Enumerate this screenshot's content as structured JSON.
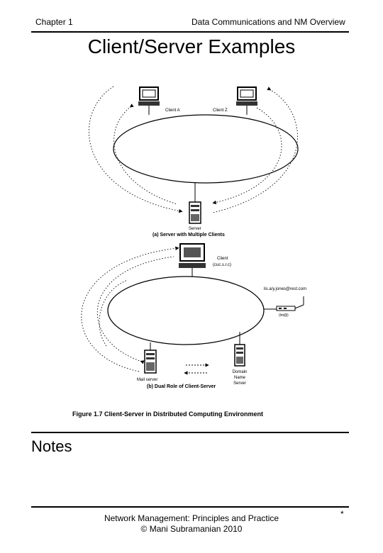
{
  "header": {
    "chapter": "Chapter 1",
    "section": "Data Communications and NM Overview"
  },
  "slide_title": "Client/Server Examples",
  "figure": {
    "top": {
      "client_a": "Client A",
      "client_z": "Client Z",
      "server": "Server",
      "caption": "(a) Server with Multiple Clients"
    },
    "bottom": {
      "client": "Client",
      "client_sub": "(cuc.s.r.c)",
      "email": "lis.a/y.jones@rest.com",
      "router": "(lnt@)",
      "mail_server": "Mail server",
      "dns_line1": "Domain",
      "dns_line2": "Name",
      "dns_line3": "Server",
      "caption": "(b) Dual Role of Client-Server"
    },
    "caption": "Figure 1.7 Client-Server in Distributed Computing Environment"
  },
  "notes_label": "Notes",
  "footer": {
    "line1": "Network Management: Principles and Practice",
    "line2": "© Mani Subramanian 2010",
    "mark": "*"
  }
}
